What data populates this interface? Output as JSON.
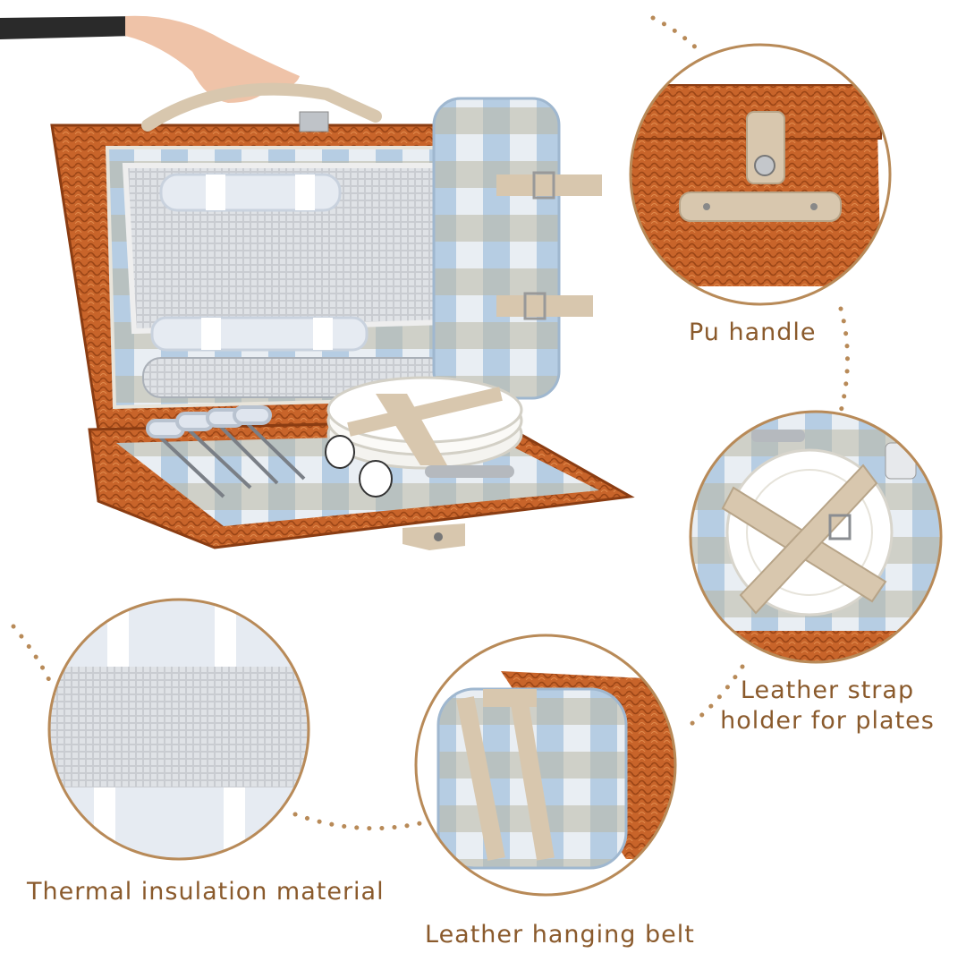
{
  "colors": {
    "accent": "#8a5a2c",
    "dots": "#b88a58",
    "wicker": "#c8642a",
    "wicker_dark": "#9a4516",
    "foil": "#c9ccd1",
    "check_blue": "#a9c4df",
    "check_grey": "#b9b7a4",
    "leather": "#d8c7ae"
  },
  "callouts": {
    "handle": {
      "label": "Pu handle",
      "icon": "pu-handle-detail"
    },
    "plates": {
      "label_line1": "Leather strap",
      "label_line2": "holder for plates",
      "icon": "plate-strap-detail"
    },
    "thermal": {
      "label": "Thermal insulation material",
      "icon": "thermal-lining-detail"
    },
    "belt": {
      "label": "Leather hanging belt",
      "icon": "blanket-belt-detail"
    }
  }
}
